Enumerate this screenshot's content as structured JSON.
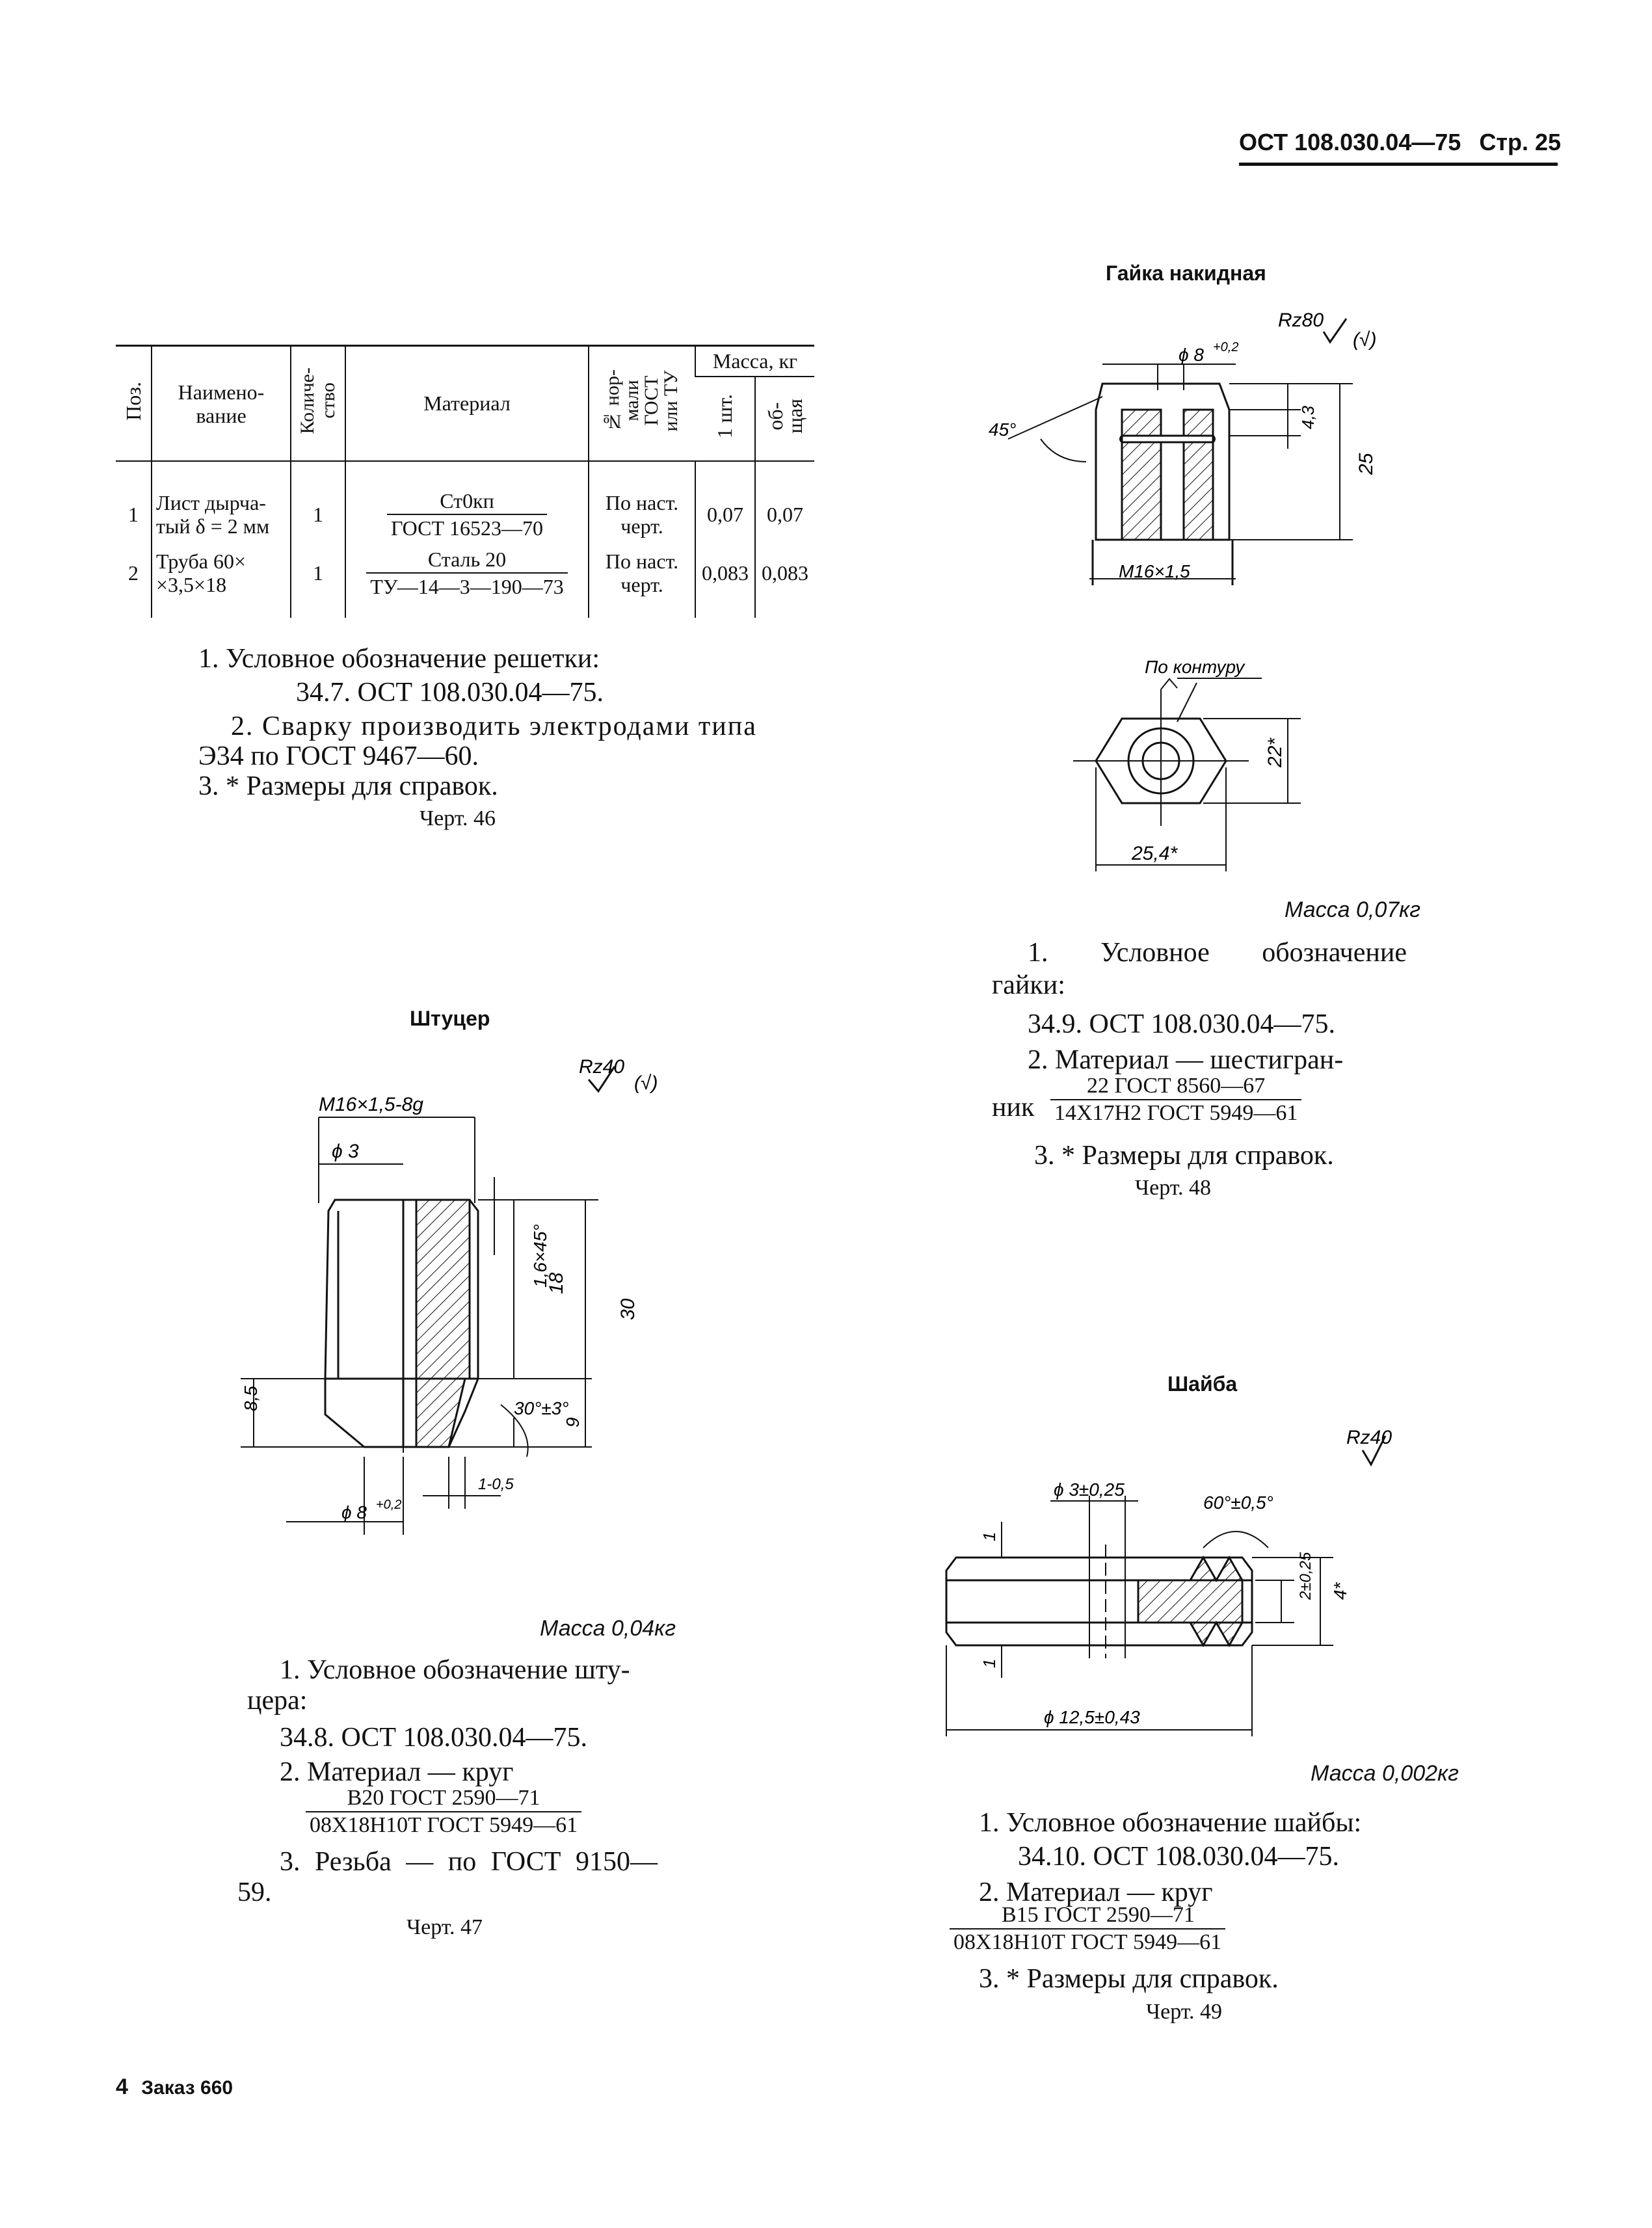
{
  "header": {
    "standard": "ОСТ 108.030.04—75",
    "page": "Стр. 25"
  },
  "table46": {
    "col_pos": "Поз.",
    "col_name": "Наименование",
    "col_qty": "Количество",
    "col_material": "Материал",
    "col_norm": "№ нормали ГОСТ или ТУ",
    "col_mass": "Масса, кг",
    "col_mass_one": "1 шт.",
    "col_mass_total": "общая",
    "rows": [
      {
        "pos": "1",
        "name_1": "Лист дырча-",
        "name_2": "тый δ = 2 мм",
        "qty": "1",
        "mat_num": "Ст0кп",
        "mat_den": "ГОСТ 16523—70",
        "norm_1": "По наст.",
        "norm_2": "черт.",
        "m1": "0,07",
        "mt": "0,07"
      },
      {
        "pos": "2",
        "name_1": "Труба 60×",
        "name_2": "×3,5×18",
        "qty": "1",
        "mat_num": "Сталь 20",
        "mat_den": "ТУ—14—3—190—73",
        "norm_1": "По наст.",
        "norm_2": "черт.",
        "m1": "0,083",
        "mt": "0,083"
      }
    ]
  },
  "notes46": {
    "n1a": "1. Условное обозначение решетки:",
    "n1b": "34.7. ОСТ 108.030.04—75.",
    "n2a": "2. Сварку производить электродами типа",
    "n2b": "Э34 по ГОСТ 9467—60.",
    "n3": "3. * Размеры для справок.",
    "caption": "Черт. 46"
  },
  "fig48": {
    "title": "Гайка накидная",
    "rough": "Rz80",
    "rough_mark": "(√)",
    "dim_bore": "ϕ 8",
    "dim_bore_tol": "+0,2",
    "dim_angle": "45°",
    "dim_h": "4,3",
    "dim_height": "25",
    "dim_thread": "M16×1,5",
    "contour": "По контуру",
    "dim_flats": "22*",
    "dim_corners": "25,4*",
    "mass": "Масса 0,07кг"
  },
  "notes48": {
    "n1a": "1. Условное обозначение",
    "n1b": "гайки:",
    "n1c": "34.9. ОСТ 108.030.04—75.",
    "n2a": "2. Материал — шестигран-",
    "n2b": "ник",
    "frac_num": "22 ГОСТ 8560—67",
    "frac_den": "14Х17Н2 ГОСТ 5949—61",
    "n3": "3. * Размеры для справок.",
    "caption": "Черт. 48"
  },
  "fig47": {
    "title": "Штуцер",
    "rough": "Rz40",
    "rough_mark": "(√)",
    "dim_thread": "M16×1,5-8g",
    "dim_hole": "ϕ 3",
    "dim_chamfer": "1,6×45°",
    "dim_18": "18",
    "dim_30": "30",
    "dim_85": "8,5",
    "dim_angle": "30°±3°",
    "dim_9": "9",
    "dim_1": "1-0,5",
    "dim_bore": "ϕ 8",
    "dim_bore_tol": "+0,2",
    "mass": "Масса 0,04кг"
  },
  "notes47": {
    "n1a": "1. Условное обозначение шту-",
    "n1b": "цера:",
    "n1c": "34.8. ОСТ 108.030.04—75.",
    "n2": "2. Материал — круг",
    "frac_num": "В20 ГОСТ 2590—71",
    "frac_den": "08Х18Н10Т ГОСТ 5949—61",
    "n3a": "3. Резьба — по ГОСТ 9150—",
    "n3b": "59.",
    "caption": "Черт. 47"
  },
  "fig49": {
    "title": "Шайба",
    "rough": "Rz40",
    "dim_hole": "ϕ 3±0,25",
    "dim_angle": "60°±0,5°",
    "dim_1a": "1",
    "dim_1b": "1",
    "dim_2": "2±0,25",
    "dim_4": "4*",
    "dim_dia": "ϕ 12,5±0,43",
    "mass": "Масса 0,002кг"
  },
  "notes49": {
    "n1a": "1. Условное обозначение шайбы:",
    "n1b": "34.10. ОСТ 108.030.04—75.",
    "n2": "2. Материал — круг",
    "frac_num": "В15 ГОСТ 2590—71",
    "frac_den": "08Х18Н10Т ГОСТ 5949—61",
    "n3": "3. * Размеры для справок.",
    "caption": "Черт. 49"
  },
  "footer": {
    "page_num": "4",
    "order": "Заказ 660"
  }
}
